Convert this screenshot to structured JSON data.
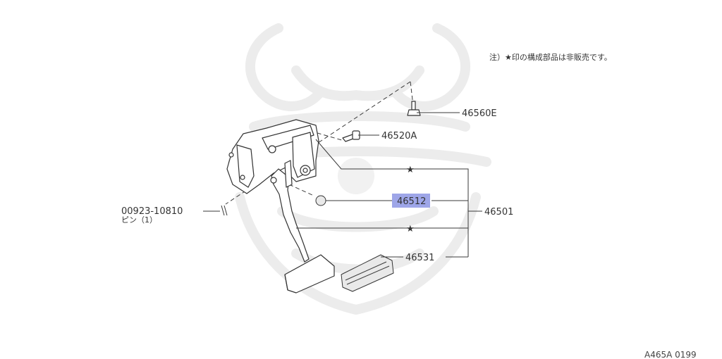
{
  "note": "注）★印の構成部品は非販売です。",
  "star": "★",
  "labels": {
    "bolt_e": "46560E",
    "bolt_a": "46520A",
    "highlighted": "46512",
    "assembly": "46501",
    "pad": "46531",
    "pin_number": "00923-10810",
    "pin_name": "ピン（1）"
  },
  "footer_code": "A465A 0199",
  "colors": {
    "highlight": "#9ea6e8",
    "line": "#3a3a3a",
    "watermark": "#ececec"
  }
}
